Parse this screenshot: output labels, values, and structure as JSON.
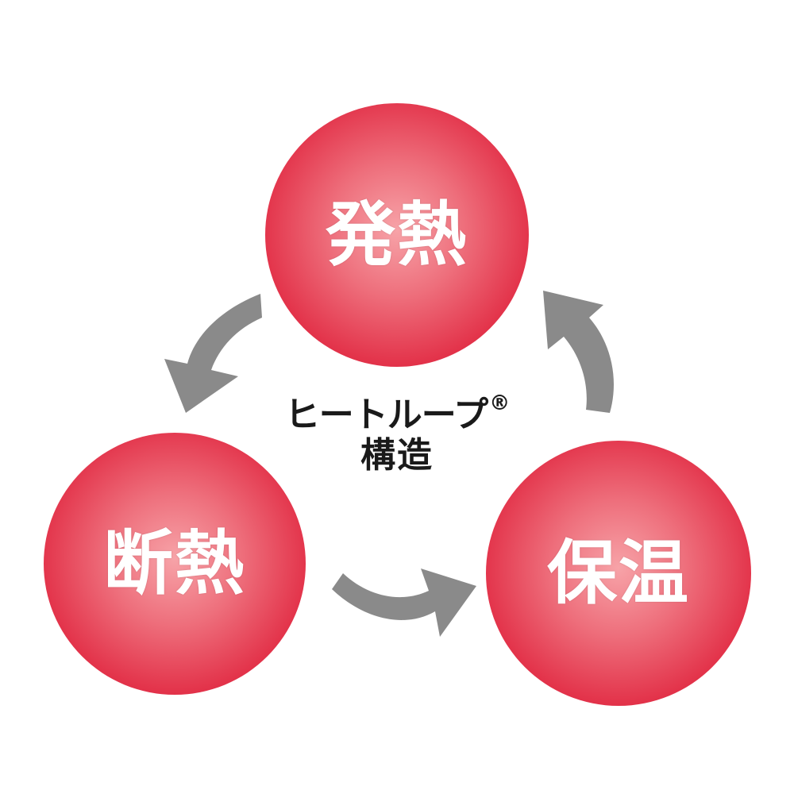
{
  "nodes": {
    "top": {
      "label": "発熱"
    },
    "left": {
      "label": "断熱"
    },
    "right": {
      "label": "保温"
    }
  },
  "center": {
    "line1": "ヒートループ",
    "registered_mark": "®",
    "line2": "構造"
  },
  "colors": {
    "node_red": "#d6102e",
    "node_highlight": "#f7a3a8",
    "arrow_gray": "#8a8a8a",
    "text_dark": "#1a1a1a"
  },
  "icons": {
    "arrows": "curved-arrow-icon"
  }
}
